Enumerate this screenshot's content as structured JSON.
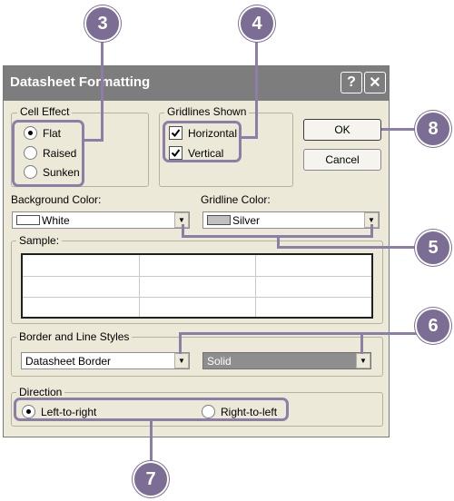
{
  "dialog": {
    "title": "Datasheet Formatting",
    "help_button": "?",
    "close_button": "✕"
  },
  "cell_effect": {
    "label": "Cell Effect",
    "options": [
      "Flat",
      "Raised",
      "Sunken"
    ],
    "selected": "Flat"
  },
  "gridlines": {
    "label": "Gridlines Shown",
    "horizontal": "Horizontal",
    "vertical": "Vertical",
    "horizontal_checked": true,
    "vertical_checked": true
  },
  "buttons": {
    "ok": "OK",
    "cancel": "Cancel"
  },
  "background_color": {
    "label": "Background Color:",
    "value": "White",
    "swatch": "#ffffff"
  },
  "gridline_color": {
    "label": "Gridline Color:",
    "value": "Silver",
    "swatch": "#c0c0c0"
  },
  "sample": {
    "label": "Sample:",
    "rows": 3,
    "cols": 3
  },
  "border_styles": {
    "label": "Border and Line Styles",
    "border_value": "Datasheet Border",
    "line_value": "Solid"
  },
  "direction": {
    "label": "Direction",
    "options": [
      "Left-to-right",
      "Right-to-left"
    ],
    "selected": "Left-to-right"
  },
  "callouts": [
    "3",
    "4",
    "5",
    "6",
    "7",
    "8"
  ],
  "colors": {
    "callout": "#7b6d94",
    "highlight": "#8d7ea8",
    "dialog_bg": "#ece9d8",
    "titlebar": "#7d7d7d"
  }
}
